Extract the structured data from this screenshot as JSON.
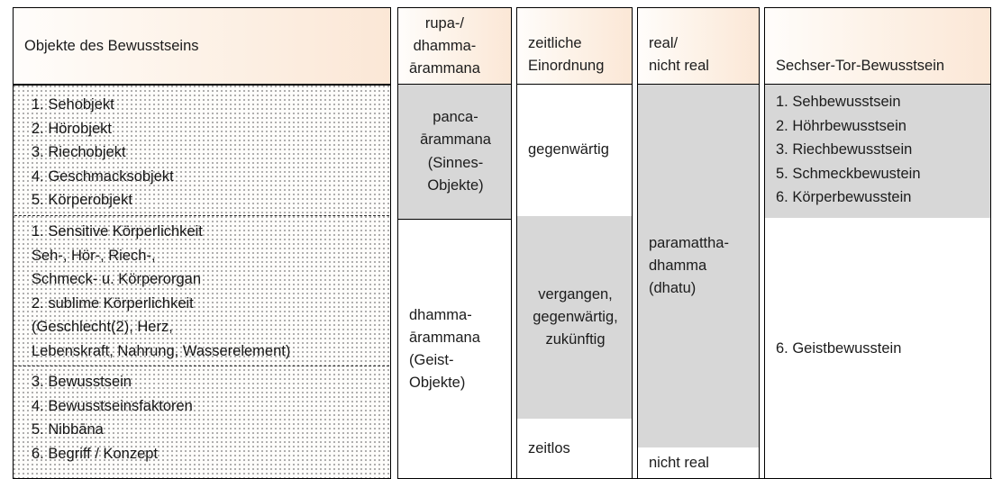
{
  "table": {
    "title": "Objekte des Bewusstseins — Sechser-Tor-Bewusstsein",
    "colors": {
      "header_gradient_start": "#fffdfb",
      "header_gradient_end": "#fbe7d6",
      "fill_grey": "#d7d7d7",
      "fill_white": "#ffffff",
      "border": "#000000",
      "dot_pattern": "#9a9a9a",
      "text": "#1c1c1c"
    },
    "headers": [
      {
        "label": "Objekte des Bewusstseins"
      },
      {
        "label": "rupa-/\ndhamma-\nārammana"
      },
      {
        "label": "zeitliche\nEinordnung"
      },
      {
        "label": "real/\nnicht real"
      },
      {
        "label": "Sechser-Tor-Bewusstsein"
      }
    ],
    "col1_groups": [
      {
        "text": "1. Sehobjekt\n2. Hörobjekt\n3. Riechobjekt\n4. Geschmacksobjekt\n5. Körperobjekt"
      },
      {
        "text": "1. Sensitive Körperlichkeit\n     Seh-, Hör-, Riech-,\n     Schmeck- u. Körperorgan\n2. sublime Körperlichkeit\n     (Geschlecht(2), Herz,\n     Lebenskraft, Nahrung, Wasserelement)"
      },
      {
        "text": "3. Bewusstsein\n4. Bewusstseinsfaktoren\n5. Nibbāna\n6. Begriff / Konzept"
      }
    ],
    "col2_cells": [
      {
        "text": "panca-\nārammana\n(Sinnes-\nObjekte)",
        "fill": "grey",
        "align": "center"
      },
      {
        "text": "dhamma-\nārammana\n(Geist-\nObjekte)",
        "fill": "white",
        "align": "left"
      }
    ],
    "col3_cells": [
      {
        "text": "gegenwärtig",
        "fill": "white"
      },
      {
        "text": "vergangen,\ngegenwärtig,\nzukünftig",
        "fill": "grey"
      },
      {
        "text": "zeitlos",
        "fill": "white"
      }
    ],
    "col4_cells": [
      {
        "text": "paramattha-\ndhamma\n(dhatu)",
        "fill": "grey",
        "align": "left"
      },
      {
        "text": "nicht real",
        "fill": "white",
        "align": "left"
      }
    ],
    "col5_cells": [
      {
        "text": "1. Sehbewusstsein\n2. Höhrbewusstsein\n3. Riechbewusstsein\n5. Schmeckbewustein\n6. Körperbewusstein",
        "fill": "grey"
      },
      {
        "text": "6. Geistbewusstein",
        "fill": "white"
      }
    ]
  }
}
